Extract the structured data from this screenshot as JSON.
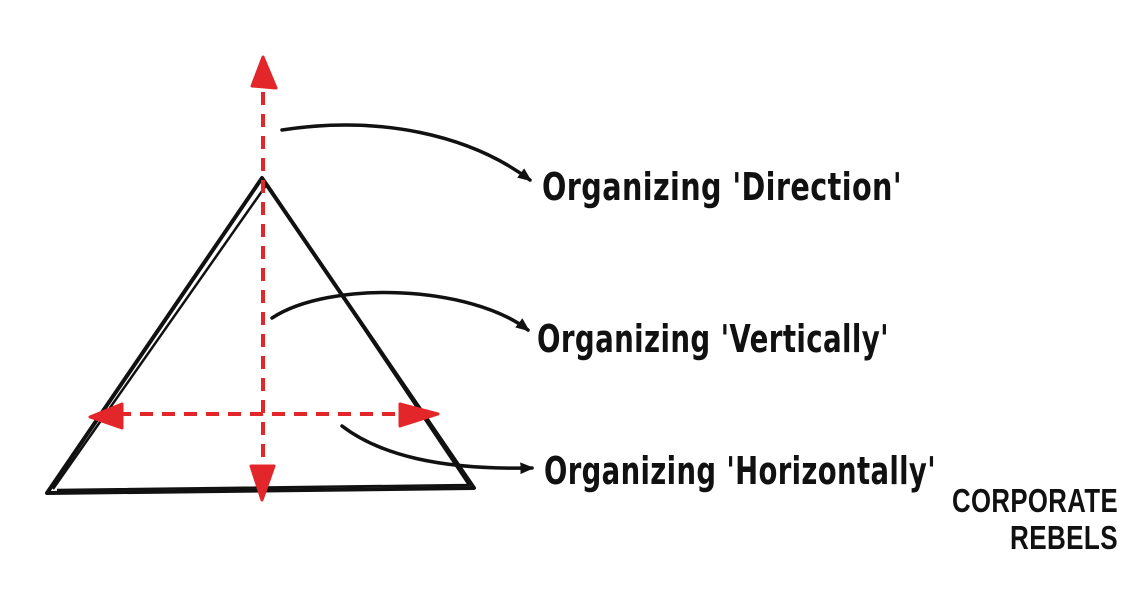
{
  "diagram": {
    "labels": {
      "direction": "Organizing 'Direction'",
      "vertical": "Organizing 'Vertically'",
      "horizontal": "Organizing 'Horizontally'"
    },
    "logo": {
      "line1": "CORPORATE",
      "line2": "REBELS"
    },
    "colors": {
      "ink": "#111111",
      "accent": "#e3262a",
      "background": "#ffffff"
    }
  }
}
